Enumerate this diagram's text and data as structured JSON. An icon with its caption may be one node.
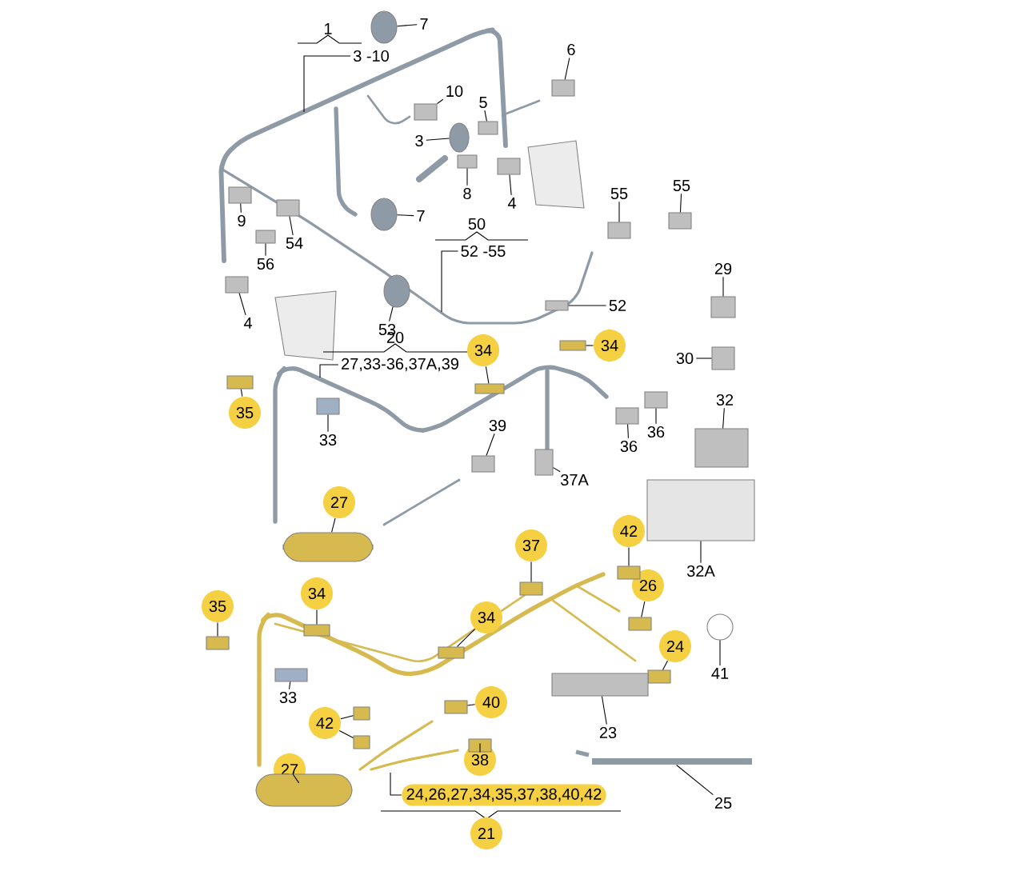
{
  "diagram": {
    "nodes": [
      {
        "text": [
          "3 -10"
        ]
      },
      {
        "text": [
          "7"
        ]
      },
      {
        "text": [
          "10"
        ]
      },
      {
        "text": [
          "6"
        ]
      },
      {
        "text": [
          "5"
        ]
      },
      {
        "text": [
          "3"
        ]
      },
      {
        "text": [
          "8"
        ]
      },
      {
        "text": [
          "4"
        ]
      },
      {
        "text": [
          "7"
        ]
      },
      {
        "text": [
          "9"
        ]
      },
      {
        "text": [
          "54"
        ]
      },
      {
        "text": [
          "56"
        ]
      },
      {
        "text": [
          "4"
        ]
      },
      {
        "text": [
          "53"
        ]
      },
      {
        "text": [
          "52 -55"
        ]
      },
      {
        "text": [
          "52"
        ]
      },
      {
        "text": [
          "55"
        ]
      },
      {
        "text": [
          "55"
        ]
      },
      {
        "text": [
          "29"
        ]
      },
      {
        "text": [
          "30"
        ]
      },
      {
        "text": [
          "27,33-36,37A,39"
        ]
      },
      {
        "text": [
          "34"
        ]
      },
      {
        "text": [
          "34"
        ]
      },
      {
        "text": [
          "35"
        ]
      },
      {
        "text": [
          "33"
        ]
      },
      {
        "text": [
          "39"
        ]
      },
      {
        "text": [
          "36"
        ]
      },
      {
        "text": [
          "36"
        ]
      },
      {
        "text": [
          "37A"
        ]
      },
      {
        "text": [
          "32"
        ]
      },
      {
        "text": [
          "27"
        ]
      },
      {
        "text": [
          "42"
        ]
      },
      {
        "text": [
          "37"
        ]
      },
      {
        "text": [
          "32A"
        ]
      },
      {
        "text": [
          "35"
        ]
      },
      {
        "text": [
          "34"
        ]
      },
      {
        "text": [
          "26"
        ]
      },
      {
        "text": [
          "34"
        ]
      },
      {
        "text": [
          "24"
        ]
      },
      {
        "text": [
          "41"
        ]
      },
      {
        "text": [
          "33"
        ]
      },
      {
        "text": [
          "42"
        ]
      },
      {
        "text": [
          "40"
        ]
      },
      {
        "text": [
          "23"
        ]
      },
      {
        "text": [
          "38"
        ]
      },
      {
        "text": [
          "27"
        ]
      },
      {
        "text": [
          "25"
        ]
      },
      {
        "text": [
          "24,26,27,34,35,37,38,40,42"
        ]
      },
      {
        "text": [
          "21"
        ]
      },
      {
        "text": [],
        "shape": "circle"
      },
      {
        "text": [],
        "shape": "box"
      },
      {
        "text": [],
        "shape": "box"
      },
      {
        "text": [],
        "shape": "box"
      },
      {
        "text": [],
        "shape": "circle"
      },
      {
        "text": [],
        "shape": "box"
      },
      {
        "text": [],
        "shape": "box"
      },
      {
        "text": [],
        "shape": "circle"
      },
      {
        "text": [],
        "shape": "box"
      },
      {
        "text": [],
        "shape": "box"
      },
      {
        "text": [],
        "shape": "box"
      },
      {
        "text": [],
        "shape": "box"
      },
      {
        "text": [],
        "shape": "circle"
      },
      {
        "text": [],
        "shape": "box"
      },
      {
        "text": [],
        "shape": "box"
      },
      {
        "text": [],
        "shape": "box"
      },
      {
        "text": [],
        "shape": "box"
      },
      {
        "text": [],
        "shape": "box"
      },
      {
        "text": [],
        "shape": "box"
      },
      {
        "text": [],
        "shape": "box"
      },
      {
        "text": [],
        "shape": "box"
      },
      {
        "text": [],
        "shape": "box"
      },
      {
        "text": [],
        "shape": "box"
      },
      {
        "text": [],
        "shape": "box"
      },
      {
        "text": [],
        "shape": "box"
      },
      {
        "text": [],
        "shape": "box"
      },
      {
        "text": [],
        "shape": "box"
      },
      {
        "text": [],
        "shape": "cylinder"
      },
      {
        "text": [],
        "shape": "box"
      },
      {
        "text": [],
        "shape": "box"
      },
      {
        "text": [],
        "shape": "box"
      },
      {
        "text": [],
        "shape": "box"
      },
      {
        "text": [],
        "shape": "box"
      },
      {
        "text": [],
        "shape": "box"
      },
      {
        "text": [],
        "shape": "box"
      },
      {
        "text": [],
        "shape": "box"
      },
      {
        "text": [],
        "shape": "circle"
      },
      {
        "text": [],
        "shape": "box"
      },
      {
        "text": [],
        "shape": "box"
      },
      {
        "text": [],
        "shape": "box"
      },
      {
        "text": [],
        "shape": "box"
      },
      {
        "text": [],
        "shape": "box"
      },
      {
        "text": [],
        "shape": "cylinder"
      },
      {
        "text": [],
        "shape": "bar"
      },
      {
        "text": [],
        "shape": "box"
      }
    ],
    "edges": [
      {
        "from": 0,
        "to": null,
        "arrow": "none"
      },
      {
        "from": 1,
        "to": 49,
        "arrow": "none"
      },
      {
        "from": 2,
        "to": 50,
        "arrow": "none"
      },
      {
        "from": 3,
        "to": 51,
        "arrow": "none"
      },
      {
        "from": 4,
        "to": 52,
        "arrow": "none"
      },
      {
        "from": 5,
        "to": 53,
        "arrow": "none"
      },
      {
        "from": 6,
        "to": 54,
        "arrow": "none"
      },
      {
        "from": 7,
        "to": 55,
        "arrow": "none"
      },
      {
        "from": 8,
        "to": 56,
        "arrow": "none"
      },
      {
        "from": 9,
        "to": 57,
        "arrow": "none"
      },
      {
        "from": 10,
        "to": 58,
        "arrow": "none"
      },
      {
        "from": 11,
        "to": 59,
        "arrow": "none"
      },
      {
        "from": 12,
        "to": 60,
        "arrow": "none"
      },
      {
        "from": 13,
        "to": 61,
        "arrow": "none"
      },
      {
        "from": 14,
        "to": null,
        "arrow": "none"
      },
      {
        "from": 15,
        "to": 62,
        "arrow": "none"
      },
      {
        "from": 16,
        "to": 63,
        "arrow": "none"
      },
      {
        "from": 17,
        "to": 64,
        "arrow": "none"
      },
      {
        "from": 18,
        "to": 65,
        "arrow": "none"
      },
      {
        "from": 19,
        "to": 66,
        "arrow": "none"
      },
      {
        "from": 20,
        "to": null,
        "arrow": "none"
      },
      {
        "from": 21,
        "to": 67,
        "arrow": "none"
      },
      {
        "from": 22,
        "to": 68,
        "arrow": "none"
      },
      {
        "from": 23,
        "to": 69,
        "arrow": "none"
      },
      {
        "from": 24,
        "to": 70,
        "arrow": "none"
      },
      {
        "from": 25,
        "to": 71,
        "arrow": "none"
      },
      {
        "from": 26,
        "to": 72,
        "arrow": "none"
      },
      {
        "from": 27,
        "to": 73,
        "arrow": "none"
      },
      {
        "from": 28,
        "to": 74,
        "arrow": "none"
      },
      {
        "from": 29,
        "to": 75,
        "arrow": "none"
      },
      {
        "from": 30,
        "to": 76,
        "arrow": "none"
      },
      {
        "from": 31,
        "to": 77,
        "arrow": "none"
      },
      {
        "from": 32,
        "to": 78,
        "arrow": "none"
      },
      {
        "from": 33,
        "to": 79,
        "arrow": "none"
      },
      {
        "from": 34,
        "to": 80,
        "arrow": "none"
      },
      {
        "from": 35,
        "to": 81,
        "arrow": "none"
      },
      {
        "from": 36,
        "to": 82,
        "arrow": "none"
      },
      {
        "from": 37,
        "to": 83,
        "arrow": "none"
      },
      {
        "from": 38,
        "to": 84,
        "arrow": "none"
      },
      {
        "from": 39,
        "to": 85,
        "arrow": "none"
      },
      {
        "from": 40,
        "to": 86,
        "arrow": "none"
      },
      {
        "from": 41,
        "to": 87,
        "arrow": "none"
      },
      {
        "from": 42,
        "to": 88,
        "arrow": "none"
      },
      {
        "from": 43,
        "to": 89,
        "arrow": "none"
      },
      {
        "from": 44,
        "to": 90,
        "arrow": "none"
      },
      {
        "from": 45,
        "to": 91,
        "arrow": "none"
      },
      {
        "from": 46,
        "to": 92,
        "arrow": "none"
      },
      {
        "from": 47,
        "to": null,
        "arrow": "none"
      },
      {
        "from": 41,
        "to": 93,
        "arrow": "none"
      }
    ],
    "labels": [
      "1",
      "50",
      "20"
    ]
  }
}
